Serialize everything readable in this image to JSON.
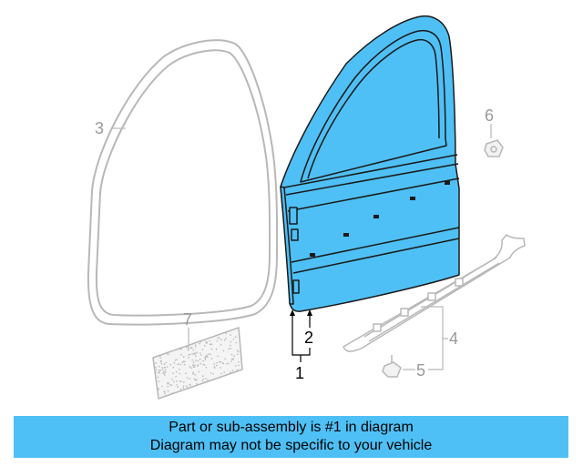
{
  "colors": {
    "highlight": "#4fc0f5",
    "part_outline": "#1a1a1a",
    "ghost_parts": "#b8b8b8",
    "banner_bg": "#4fc0f5"
  },
  "callouts": [
    {
      "number": "1",
      "part": "door shell (highlighted)"
    },
    {
      "number": "2",
      "part": "door shell lower"
    },
    {
      "number": "3",
      "part": "weatherstrip"
    },
    {
      "number": "4",
      "part": "rocker molding"
    },
    {
      "number": "5",
      "part": "clip"
    },
    {
      "number": "6",
      "part": "clip"
    },
    {
      "number": "7",
      "part": "sound pad"
    }
  ],
  "banner": {
    "line1": "Part or sub-assembly is #1 in diagram",
    "line2": "Diagram may not be specific to your vehicle"
  }
}
